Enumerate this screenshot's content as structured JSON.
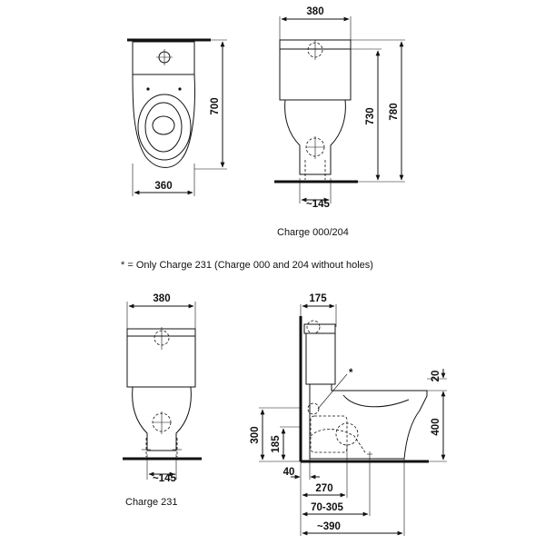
{
  "top_view": {
    "width": "360",
    "depth": "700"
  },
  "front_view_top": {
    "width": "380",
    "height_bowl": "730",
    "height_total": "780",
    "outlet_spacing": "~145",
    "caption": "Charge 000/204"
  },
  "note": "* = Only Charge 231 (Charge 000 and 204 without holes)",
  "front_view_bottom": {
    "width": "380",
    "outlet_spacing": "~145",
    "caption": "Charge 231"
  },
  "side_view": {
    "tank_depth": "175",
    "asterisk": "*",
    "rim_gap": "20",
    "rim_height": "400",
    "outlet_height_outer": "300",
    "outlet_height_inner": "185",
    "wall_offset": "40",
    "outlet_distance": "270",
    "outlet_range": "70-305",
    "total_depth": "~390"
  }
}
